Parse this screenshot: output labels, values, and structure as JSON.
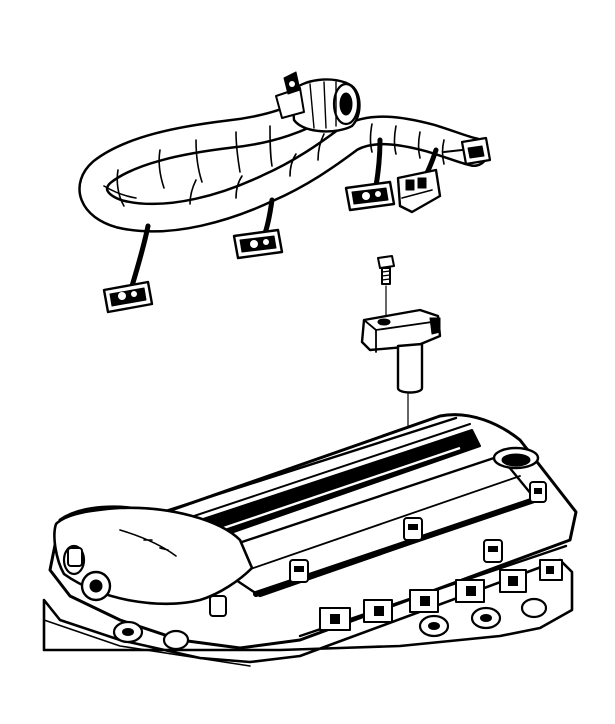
{
  "diagram": {
    "ink": "#000000",
    "paper": "#ffffff",
    "parts": [
      "wiring-harness",
      "harness-connector",
      "coil-connector",
      "mounting-bolt",
      "ignition-coil",
      "valve-cover",
      "cylinder-head"
    ]
  }
}
